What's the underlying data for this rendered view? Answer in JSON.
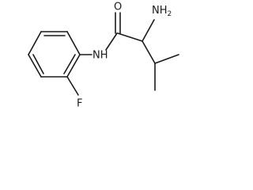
{
  "labels": {
    "oxygen": "O",
    "amine_n": "NH",
    "amine_sub": "2",
    "amide_n": "NH",
    "fluorine": "F"
  }
}
